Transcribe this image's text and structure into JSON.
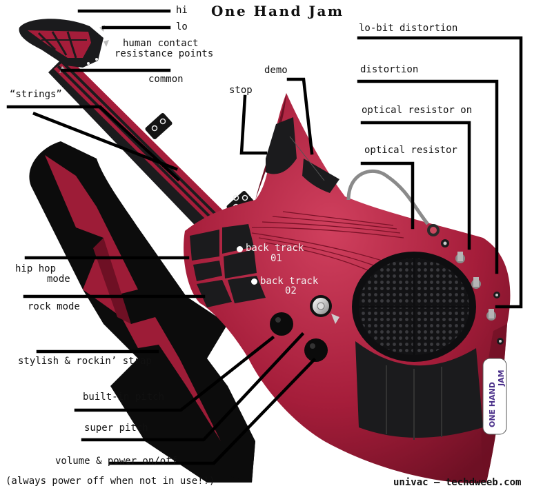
{
  "title": "One Hand Jam",
  "credit": "univac – techdweeb.com",
  "annotations": {
    "hi": "hi",
    "lo": "lo",
    "contact_line1": "human contact",
    "contact_line2": "resistance points",
    "common": "common",
    "strings": "“strings”",
    "stop": "stop",
    "demo": "demo",
    "lo_bit": "lo-bit distortion",
    "distortion": "distortion",
    "opt_on": "optical resistor on",
    "opt": "optical resistor",
    "hiphop_line1": "hip hop",
    "hiphop_line2": "mode",
    "rock": "rock mode",
    "strap": "stylish & rockin’ strap",
    "builtin": "built-in pitch",
    "super": "super pitch",
    "volume": "volume & power on/off",
    "warning": "(always power off when not in use!!)"
  },
  "body_labels": {
    "bt1_line1": "back track",
    "bt1_line2": "01",
    "bt2_line1": "back track",
    "bt2_line2": "02"
  },
  "logo": {
    "line1": "ONE HAND",
    "line2": "JAM"
  },
  "colors": {
    "body_red": "#a51d3a",
    "body_dark_red": "#7c1228",
    "pad_black": "#1b1b1d",
    "strap_black": "#0c0c0c",
    "logo_purple": "#4a2f8a",
    "leader_lines": "#000000"
  }
}
